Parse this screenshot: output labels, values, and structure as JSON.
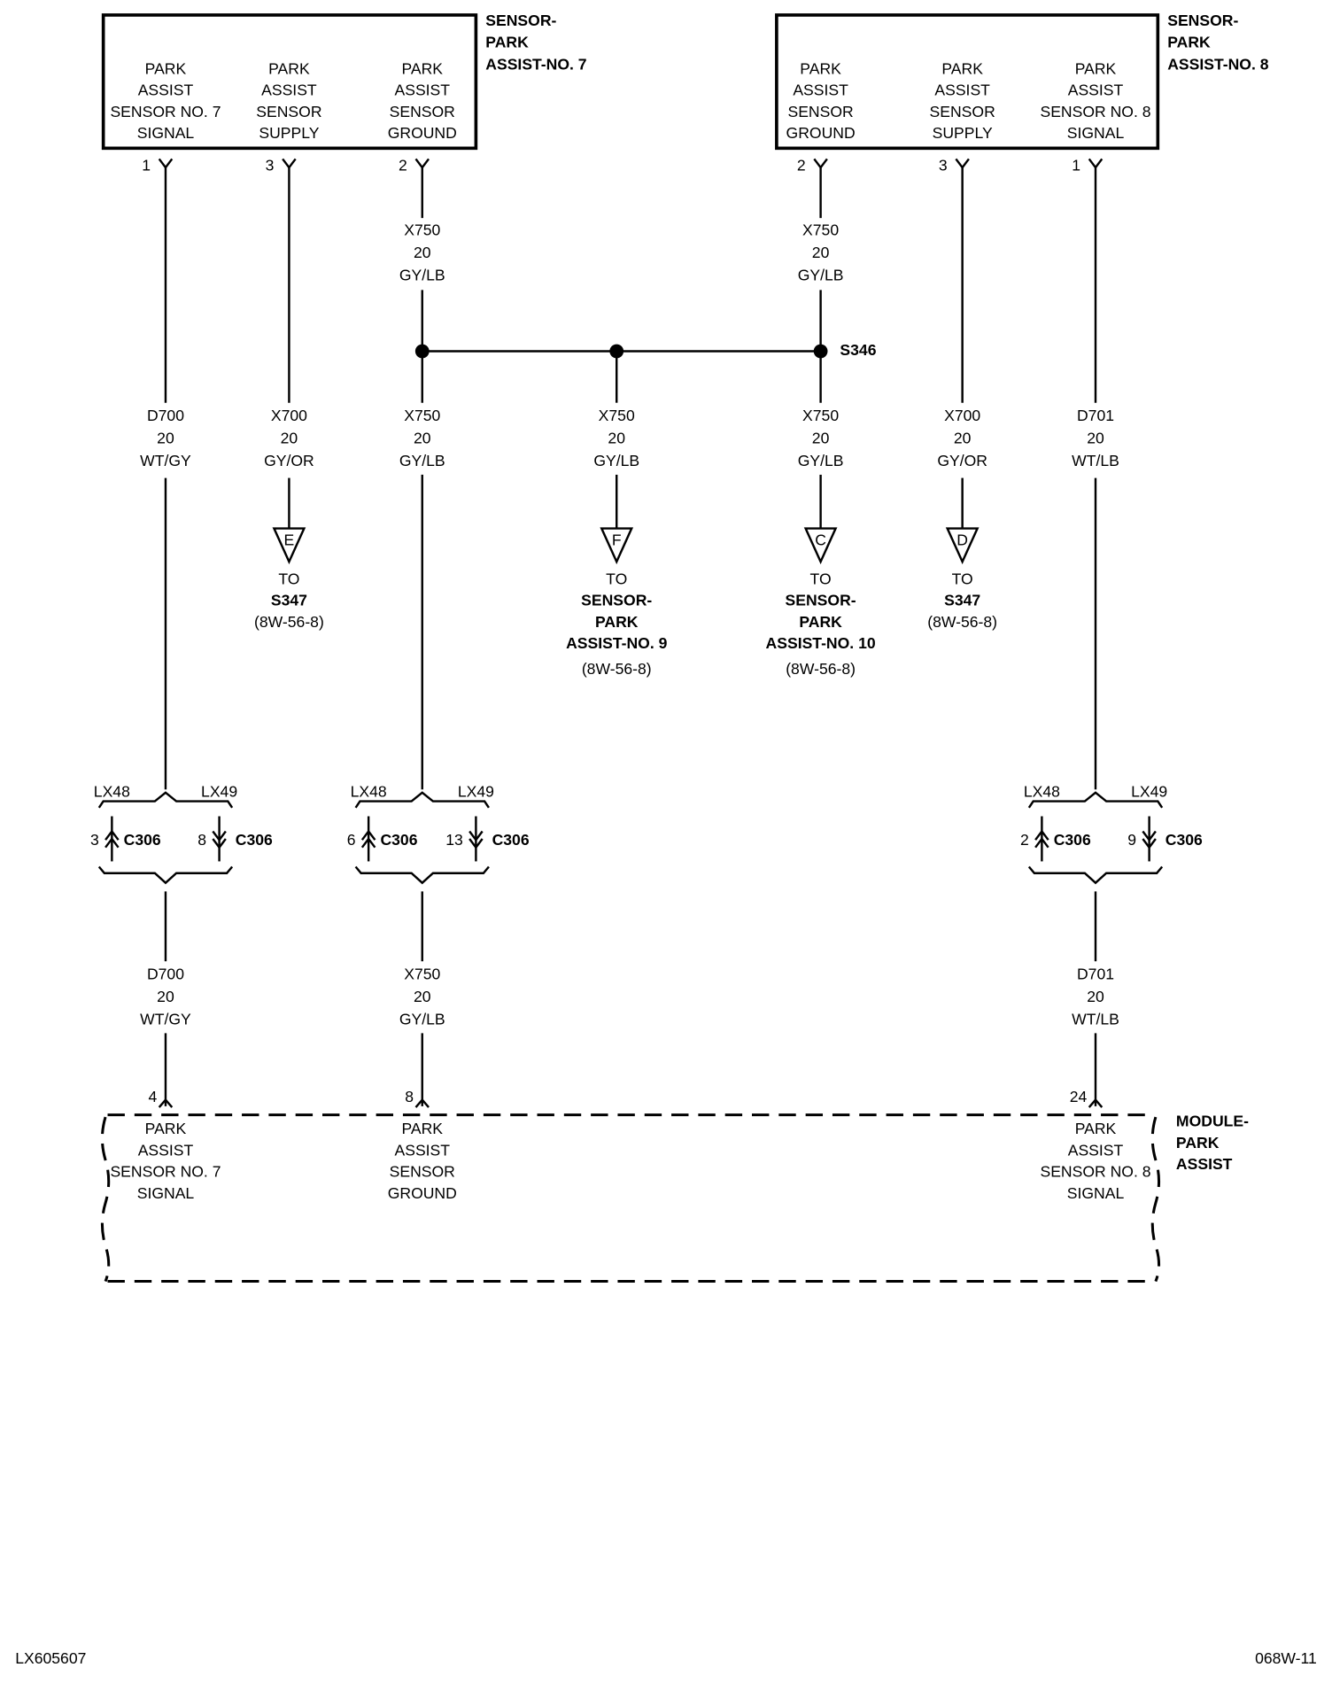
{
  "sensor7": {
    "title": [
      "SENSOR-",
      "PARK",
      "ASSIST-NO. 7"
    ],
    "pins": [
      {
        "pin": "1",
        "label": [
          "PARK",
          "ASSIST",
          "SENSOR NO. 7",
          "SIGNAL"
        ]
      },
      {
        "pin": "3",
        "label": [
          "PARK",
          "ASSIST",
          "SENSOR",
          "SUPPLY"
        ]
      },
      {
        "pin": "2",
        "label": [
          "PARK",
          "ASSIST",
          "SENSOR",
          "GROUND"
        ]
      }
    ]
  },
  "sensor8": {
    "title": [
      "SENSOR-",
      "PARK",
      "ASSIST-NO. 8"
    ],
    "pins": [
      {
        "pin": "2",
        "label": [
          "PARK",
          "ASSIST",
          "SENSOR",
          "GROUND"
        ]
      },
      {
        "pin": "3",
        "label": [
          "PARK",
          "ASSIST",
          "SENSOR",
          "SUPPLY"
        ]
      },
      {
        "pin": "1",
        "label": [
          "PARK",
          "ASSIST",
          "SENSOR NO. 8",
          "SIGNAL"
        ]
      }
    ]
  },
  "wires": {
    "x750_upper_left": [
      "X750",
      "20",
      "GY/LB"
    ],
    "x750_upper_right": [
      "X750",
      "20",
      "GY/LB"
    ],
    "d700_upper": [
      "D700",
      "20",
      "WT/GY"
    ],
    "x700_left": [
      "X700",
      "20",
      "GY/OR"
    ],
    "x750_mid_left": [
      "X750",
      "20",
      "GY/LB"
    ],
    "x750_center": [
      "X750",
      "20",
      "GY/LB"
    ],
    "x750_mid_right": [
      "X750",
      "20",
      "GY/LB"
    ],
    "x700_right": [
      "X700",
      "20",
      "GY/OR"
    ],
    "d701_upper": [
      "D701",
      "20",
      "WT/LB"
    ],
    "d700_lower": [
      "D700",
      "20",
      "WT/GY"
    ],
    "x750_lower": [
      "X750",
      "20",
      "GY/LB"
    ],
    "d701_lower": [
      "D701",
      "20",
      "WT/LB"
    ]
  },
  "splice": "S346",
  "offpage": [
    {
      "letter": "E",
      "text": [
        "TO",
        "S347",
        "(8W-56-8)"
      ]
    },
    {
      "letter": "F",
      "text": [
        "TO",
        "SENSOR-",
        "PARK",
        "ASSIST-NO. 9",
        "(8W-56-8)"
      ]
    },
    {
      "letter": "C",
      "text": [
        "TO",
        "SENSOR-",
        "PARK",
        "ASSIST-NO. 10",
        "(8W-56-8)"
      ]
    },
    {
      "letter": "D",
      "text": [
        "TO",
        "S347",
        "(8W-56-8)"
      ]
    }
  ],
  "connectors": [
    {
      "left_option": "LX48",
      "right_option": "LX49",
      "left_pin": "3",
      "right_pin": "8",
      "name": "C306"
    },
    {
      "left_option": "LX48",
      "right_option": "LX49",
      "left_pin": "6",
      "right_pin": "13",
      "name": "C306"
    },
    {
      "left_option": "LX48",
      "right_option": "LX49",
      "left_pin": "2",
      "right_pin": "9",
      "name": "C306"
    }
  ],
  "module": {
    "title": [
      "MODULE-",
      "PARK",
      "ASSIST"
    ],
    "pins": [
      {
        "pin": "4",
        "label": [
          "PARK",
          "ASSIST",
          "SENSOR NO. 7",
          "SIGNAL"
        ]
      },
      {
        "pin": "8",
        "label": [
          "PARK",
          "ASSIST",
          "SENSOR",
          "GROUND"
        ]
      },
      {
        "pin": "24",
        "label": [
          "PARK",
          "ASSIST",
          "SENSOR NO. 8",
          "SIGNAL"
        ]
      }
    ]
  },
  "footer": {
    "left": "LX605607",
    "right": "068W-11"
  }
}
